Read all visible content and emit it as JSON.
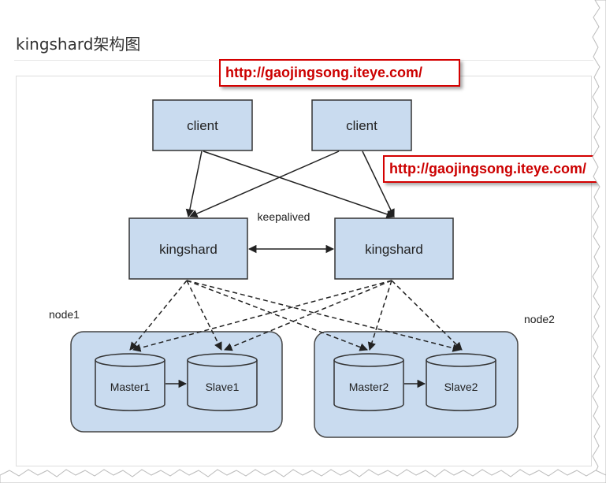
{
  "page": {
    "title": "kingshard架构图"
  },
  "watermarks": [
    "http://gaojingsong.iteye.com/",
    "http://gaojingsong.iteye.com/"
  ],
  "diagram": {
    "clients": [
      "client",
      "client"
    ],
    "proxies": [
      "kingshard",
      "kingshard"
    ],
    "link_label": "keepalived",
    "groups": [
      {
        "name": "node1",
        "master": "Master1",
        "slave": "Slave1"
      },
      {
        "name": "node2",
        "master": "Master2",
        "slave": "Slave2"
      }
    ],
    "colors": {
      "box_fill": "#c9dbef",
      "stroke": "#333333",
      "group_fill": "#c9dbef"
    }
  }
}
